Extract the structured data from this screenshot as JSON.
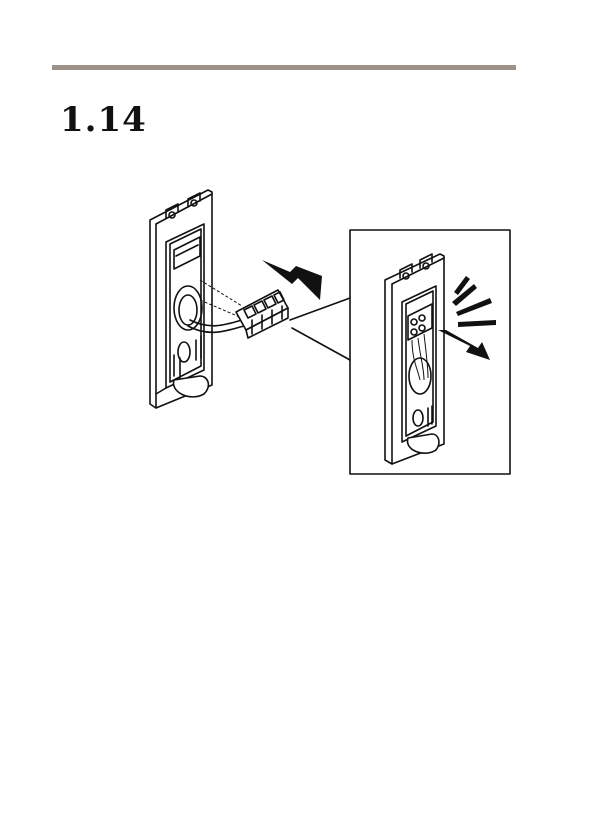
{
  "page": {
    "step_number": "1.14",
    "rule_color": "#9e9288"
  },
  "figure": {
    "main_illustration": "wall-bracket-with-terminal-connector",
    "inset_illustration": "connector-inserted-click",
    "icons": [
      "arrow-icon",
      "click-burst-icon"
    ]
  }
}
